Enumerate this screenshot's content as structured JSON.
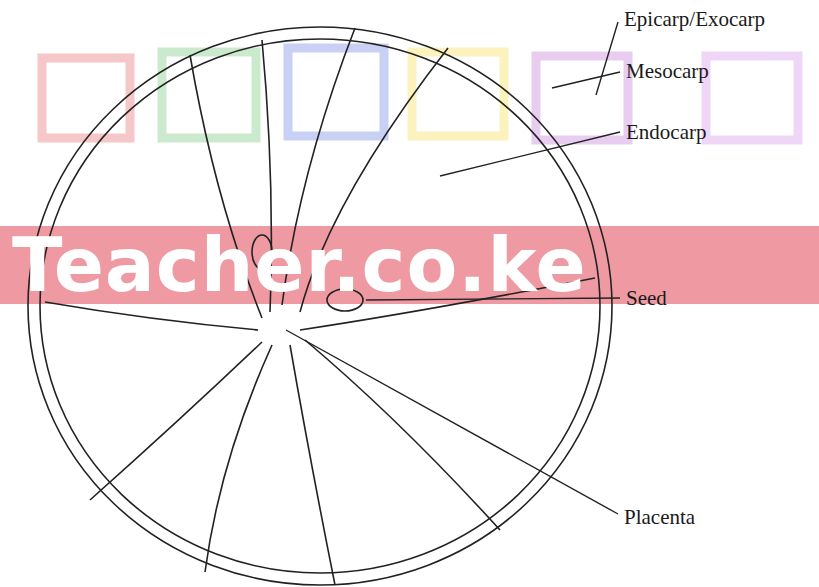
{
  "diagram": {
    "labels": [
      "Epicarp/Exocarp",
      "Mesocarp",
      "Endocarp",
      "Seed",
      "Placenta",
      "Teacher.co.ke"
    ]
  }
}
